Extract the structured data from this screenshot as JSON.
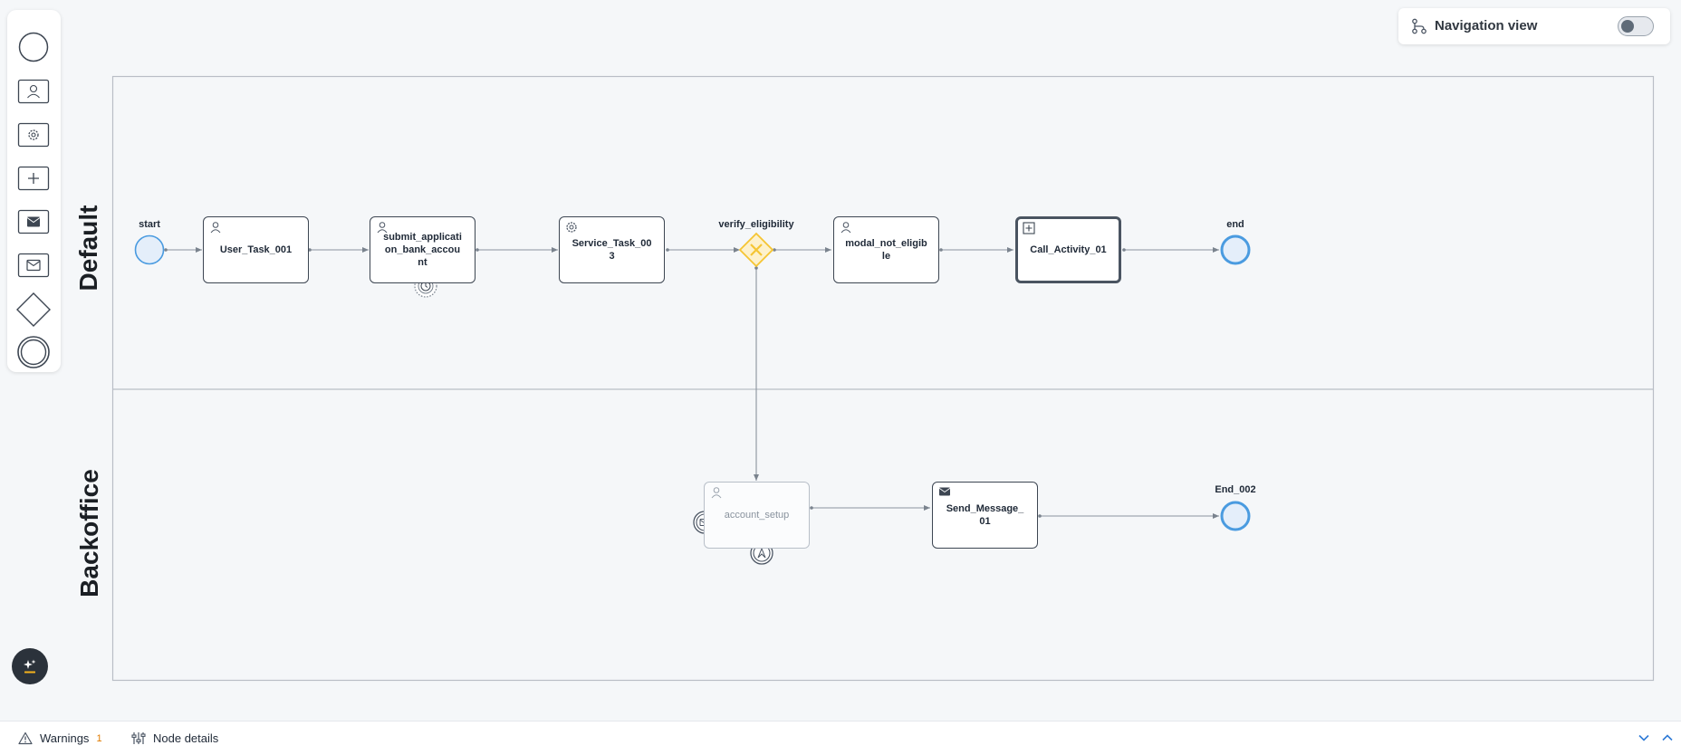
{
  "navigation": {
    "label": "Navigation view",
    "enabled": false
  },
  "palette": {
    "items": [
      {
        "icon": "start-event-icon"
      },
      {
        "icon": "user-task-icon"
      },
      {
        "icon": "service-task-icon"
      },
      {
        "icon": "subprocess-icon"
      },
      {
        "icon": "send-message-icon"
      },
      {
        "icon": "receive-message-icon"
      },
      {
        "icon": "gateway-icon"
      },
      {
        "icon": "end-event-icon"
      }
    ]
  },
  "lanes": [
    {
      "name": "Default"
    },
    {
      "name": "Backoffice"
    }
  ],
  "nodes": {
    "start": "start",
    "user_task_001": "User_Task_001",
    "submit_application": "submit_application_bank_account",
    "service_task_003": "Service_Task_003",
    "verify_eligibility": "verify_eligibility",
    "modal_not_eligible": "modal_not_eligible",
    "call_activity_01": "Call_Activity_01",
    "end": "end",
    "account_setup": "account_setup",
    "send_message_01": "Send_Message_01",
    "end_002": "End_002"
  },
  "bottom_bar": {
    "warnings_label": "Warnings",
    "warnings_count": "1",
    "node_details_label": "Node details"
  },
  "colors": {
    "start_event": "#4a9be0",
    "gateway": "#f5c533",
    "lane_border": "#b9bec6"
  }
}
